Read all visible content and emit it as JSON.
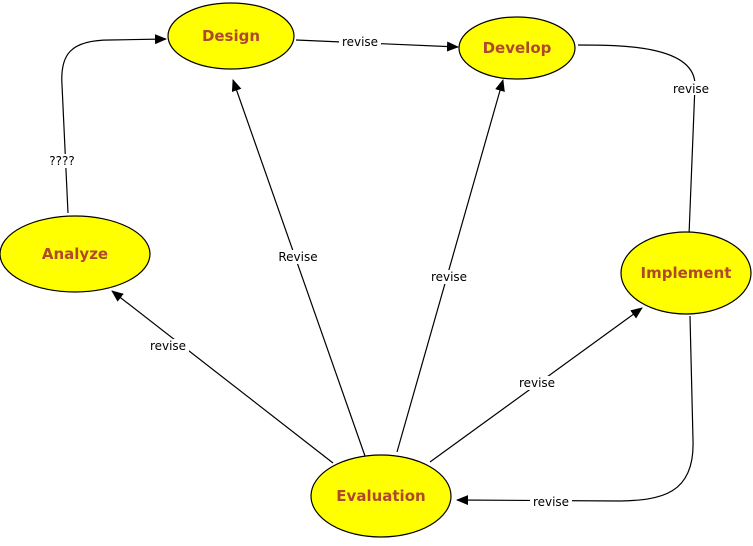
{
  "nodes": {
    "design": "Design",
    "develop": "Develop",
    "analyze": "Analyze",
    "implement": "Implement",
    "evaluation": "Evaluation"
  },
  "edges": {
    "design_to_develop": "revise",
    "develop_to_implement": "revise",
    "analyze_to_design": "????",
    "evaluation_to_design": "Revise",
    "evaluation_to_develop": "revise",
    "evaluation_to_analyze": "revise",
    "evaluation_to_implement": "revise",
    "implement_to_evaluation": "revise"
  },
  "colors": {
    "node_fill": "#ffff00",
    "node_text": "#b0482b",
    "edge": "#000000"
  }
}
